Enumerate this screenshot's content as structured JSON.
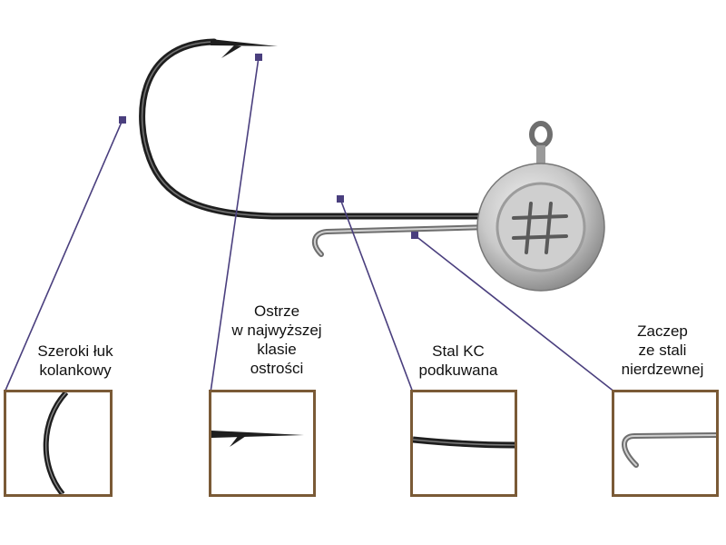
{
  "callouts": [
    {
      "id": "bend",
      "lines": [
        "Szeroki łuk",
        "kolankowy"
      ]
    },
    {
      "id": "point",
      "lines": [
        "Ostrze",
        "w najwyższej",
        "klasie",
        "ostrości"
      ]
    },
    {
      "id": "steel",
      "lines": [
        "Stal KC",
        "podkuwana"
      ]
    },
    {
      "id": "keeper",
      "lines": [
        "Zaczep",
        "ze stali",
        "nierdzewnej"
      ]
    }
  ],
  "colors": {
    "leader_line": "#4a3f7e",
    "marker": "#4a3f7e",
    "box_border": "#7a5a36",
    "hook_wire": "#2b2b2b",
    "keeper_wire": "#8a8a8a",
    "jighead_light": "#e6e6e6",
    "jighead_dark": "#8c8c8c"
  },
  "head_logo": "hash-mark"
}
